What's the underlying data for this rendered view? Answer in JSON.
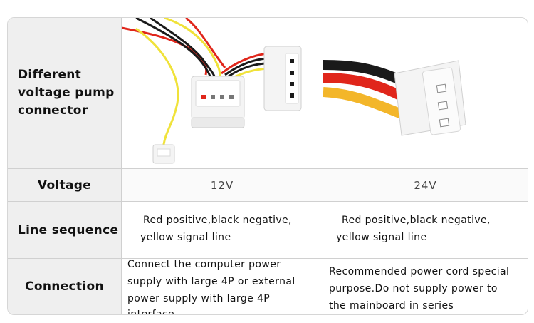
{
  "rows": {
    "connector": {
      "label_line1": "Different",
      "label_line2": "voltage pump",
      "label_line3": "connector"
    },
    "voltage": {
      "label": "Voltage",
      "value_12v": "12V",
      "value_24v": "24V"
    },
    "sequence": {
      "label": "Line sequence",
      "left_line1": "Red positive,black negative,",
      "left_line2": "yellow signal line",
      "right_line1": "Red positive,black negative,",
      "right_line2": "yellow  signal line"
    },
    "connection": {
      "label": "Connection",
      "left_line1": "Connect the computer power",
      "left_line2": "supply with large 4P or external",
      "left_line3": "power supply with large 4P",
      "left_line4": "interface",
      "right_line1": "Recommended power cord special",
      "right_line2": "purpose.Do not supply power to",
      "right_line3": "the mainboard in series"
    }
  },
  "colors": {
    "wire_red": "#e0261b",
    "wire_black": "#1a1a1a",
    "wire_yellow": "#f0e23a",
    "wire_orange": "#f3b62a",
    "connector_white": "#f4f4f4"
  }
}
